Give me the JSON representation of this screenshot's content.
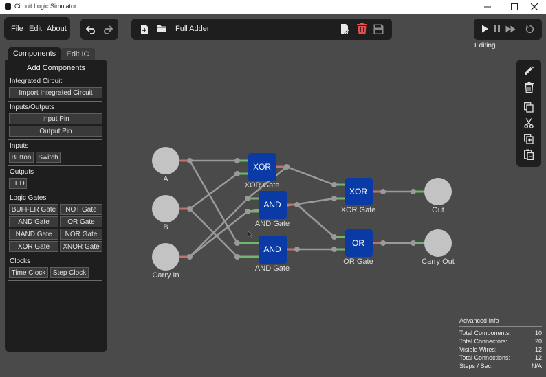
{
  "window": {
    "title": "Circuit Logic Simulator"
  },
  "menu": [
    "File",
    "Edit",
    "About"
  ],
  "toolbar": {
    "project_name": "Full Adder",
    "status": "Editing"
  },
  "tabs": [
    "Components",
    "Edit IC"
  ],
  "sidebar": {
    "title": "Add Components",
    "sections": [
      {
        "label": "Integrated Circuit",
        "buttons": [
          "Import Integrated Circuit"
        ]
      },
      {
        "label": "Inputs/Outputs",
        "buttons": [
          "Input Pin",
          "Output Pin"
        ]
      },
      {
        "label": "Inputs",
        "buttons": [
          "Button",
          "Switch"
        ]
      },
      {
        "label": "Outputs",
        "buttons": [
          "LED"
        ]
      },
      {
        "label": "Logic Gates",
        "buttons": [
          "BUFFER Gate",
          "NOT Gate",
          "AND Gate",
          "OR Gate",
          "NAND Gate",
          "NOR Gate",
          "XOR Gate",
          "XNOR Gate"
        ]
      },
      {
        "label": "Clocks",
        "buttons": [
          "Time Clock",
          "Step Clock"
        ]
      }
    ]
  },
  "circuit": {
    "inputs": [
      "A",
      "B",
      "Carry In"
    ],
    "outputs": [
      "Out",
      "Carry Out"
    ],
    "gates": [
      {
        "symbol": "XOR",
        "label": "XOR Gate"
      },
      {
        "symbol": "AND",
        "label": "AND Gate"
      },
      {
        "symbol": "AND",
        "label": "AND Gate"
      },
      {
        "symbol": "XOR",
        "label": "XOR Gate"
      },
      {
        "symbol": "OR",
        "label": "OR Gate"
      }
    ]
  },
  "advanced_info": {
    "title": "Advanced Info",
    "rows": [
      {
        "label": "Total Components:",
        "value": "10"
      },
      {
        "label": "Total Connectors:",
        "value": "20"
      },
      {
        "label": "Visible Wires:",
        "value": "12"
      },
      {
        "label": "Total Connections:",
        "value": "12"
      },
      {
        "label": "Steps / Sec:",
        "value": "N/A"
      }
    ]
  },
  "colors": {
    "gate": "#0a3aa6",
    "wire": "#9a9a9a",
    "connector": "#9a9a9a",
    "pin": "#c3c3c3",
    "pin_out_stub": "#c27171",
    "pin_in_stub": "#6fb86f",
    "delete_icon": "#e05050"
  },
  "icons": [
    "undo-icon",
    "redo-icon",
    "new-file-icon",
    "open-folder-icon",
    "rename-icon",
    "delete-project-icon",
    "save-icon",
    "play-icon",
    "pause-icon",
    "fast-forward-icon",
    "reset-icon",
    "pencil-icon",
    "trash-icon",
    "copy-icon",
    "cut-icon",
    "duplicate-icon",
    "paste-icon"
  ]
}
